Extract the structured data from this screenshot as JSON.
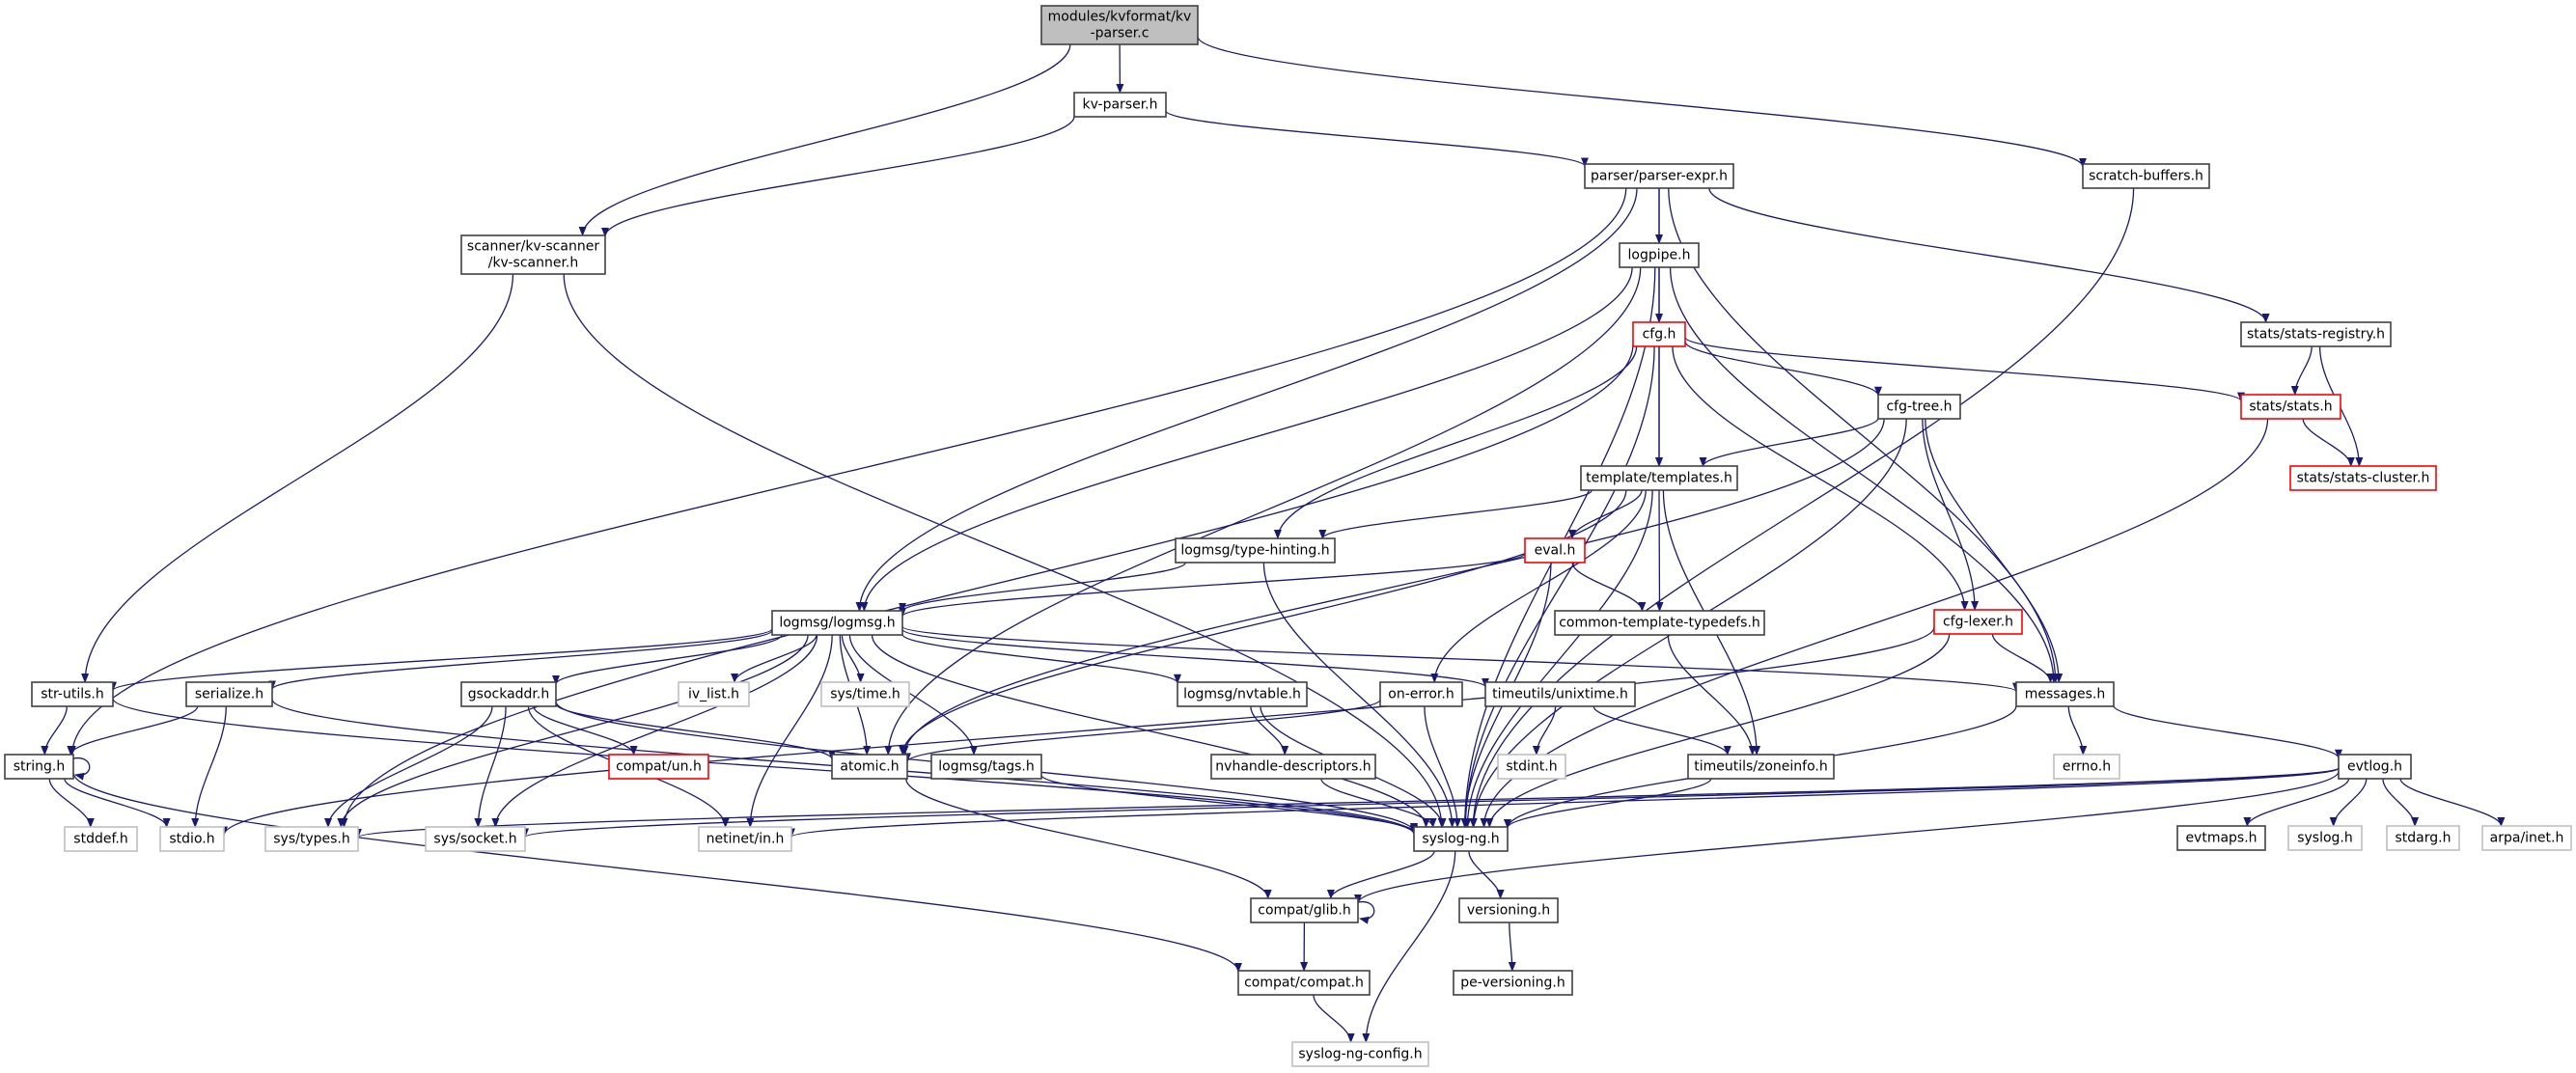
{
  "title": "Include dependency graph for modules/kvformat/kv-parser.c",
  "colors": {
    "edge": "#191970",
    "node_border": "#404040",
    "root_fill": "#bfbfbf",
    "truncated_border": "#ff0000",
    "external_border": "#bfbfbf"
  },
  "nodes": [
    {
      "id": "root",
      "label": [
        "modules/kvformat/kv",
        "-parser.c"
      ],
      "style": "root"
    },
    {
      "id": "kv_parser_h",
      "label": [
        "kv-parser.h"
      ],
      "style": "normal"
    },
    {
      "id": "scratch_buffers",
      "label": [
        "scratch-buffers.h"
      ],
      "style": "normal"
    },
    {
      "id": "parser_expr",
      "label": [
        "parser/parser-expr.h"
      ],
      "style": "normal"
    },
    {
      "id": "kv_scanner",
      "label": [
        "scanner/kv-scanner",
        "/kv-scanner.h"
      ],
      "style": "normal"
    },
    {
      "id": "logpipe",
      "label": [
        "logpipe.h"
      ],
      "style": "normal"
    },
    {
      "id": "cfg",
      "label": [
        "cfg.h"
      ],
      "style": "red"
    },
    {
      "id": "stats_registry",
      "label": [
        "stats/stats-registry.h"
      ],
      "style": "normal"
    },
    {
      "id": "cfg_tree",
      "label": [
        "cfg-tree.h"
      ],
      "style": "normal"
    },
    {
      "id": "stats",
      "label": [
        "stats/stats.h"
      ],
      "style": "red"
    },
    {
      "id": "templates",
      "label": [
        "template/templates.h"
      ],
      "style": "normal"
    },
    {
      "id": "stats_cluster",
      "label": [
        "stats/stats-cluster.h"
      ],
      "style": "red"
    },
    {
      "id": "type_hinting",
      "label": [
        "logmsg/type-hinting.h"
      ],
      "style": "normal"
    },
    {
      "id": "eval",
      "label": [
        "eval.h"
      ],
      "style": "red"
    },
    {
      "id": "logmsg",
      "label": [
        "logmsg/logmsg.h"
      ],
      "style": "normal"
    },
    {
      "id": "common_template_typedefs",
      "label": [
        "common-template-typedefs.h"
      ],
      "style": "normal"
    },
    {
      "id": "cfg_lexer",
      "label": [
        "cfg-lexer.h"
      ],
      "style": "red"
    },
    {
      "id": "str_utils",
      "label": [
        "str-utils.h"
      ],
      "style": "normal"
    },
    {
      "id": "serialize",
      "label": [
        "serialize.h"
      ],
      "style": "normal"
    },
    {
      "id": "gsockaddr",
      "label": [
        "gsockaddr.h"
      ],
      "style": "normal"
    },
    {
      "id": "iv_list",
      "label": [
        "iv_list.h"
      ],
      "style": "grey"
    },
    {
      "id": "sys_time",
      "label": [
        "sys/time.h"
      ],
      "style": "grey"
    },
    {
      "id": "nvtable",
      "label": [
        "logmsg/nvtable.h"
      ],
      "style": "normal"
    },
    {
      "id": "on_error",
      "label": [
        "on-error.h"
      ],
      "style": "normal"
    },
    {
      "id": "unixtime",
      "label": [
        "timeutils/unixtime.h"
      ],
      "style": "normal"
    },
    {
      "id": "messages",
      "label": [
        "messages.h"
      ],
      "style": "normal"
    },
    {
      "id": "string_h",
      "label": [
        "string.h"
      ],
      "style": "normal"
    },
    {
      "id": "compat_un",
      "label": [
        "compat/un.h"
      ],
      "style": "red"
    },
    {
      "id": "atomic",
      "label": [
        "atomic.h"
      ],
      "style": "normal"
    },
    {
      "id": "tags",
      "label": [
        "logmsg/tags.h"
      ],
      "style": "normal"
    },
    {
      "id": "nvhandle",
      "label": [
        "nvhandle-descriptors.h"
      ],
      "style": "normal"
    },
    {
      "id": "stdint",
      "label": [
        "stdint.h"
      ],
      "style": "grey"
    },
    {
      "id": "zoneinfo",
      "label": [
        "timeutils/zoneinfo.h"
      ],
      "style": "normal"
    },
    {
      "id": "errno",
      "label": [
        "errno.h"
      ],
      "style": "grey"
    },
    {
      "id": "evtlog",
      "label": [
        "evtlog.h"
      ],
      "style": "normal"
    },
    {
      "id": "stddef",
      "label": [
        "stddef.h"
      ],
      "style": "grey"
    },
    {
      "id": "stdio",
      "label": [
        "stdio.h"
      ],
      "style": "grey"
    },
    {
      "id": "sys_types",
      "label": [
        "sys/types.h"
      ],
      "style": "grey"
    },
    {
      "id": "sys_socket",
      "label": [
        "sys/socket.h"
      ],
      "style": "grey"
    },
    {
      "id": "netinet_in",
      "label": [
        "netinet/in.h"
      ],
      "style": "grey"
    },
    {
      "id": "syslog_ng",
      "label": [
        "syslog-ng.h"
      ],
      "style": "normal"
    },
    {
      "id": "evtmaps",
      "label": [
        "evtmaps.h"
      ],
      "style": "normal"
    },
    {
      "id": "syslog_h",
      "label": [
        "syslog.h"
      ],
      "style": "grey"
    },
    {
      "id": "stdarg",
      "label": [
        "stdarg.h"
      ],
      "style": "grey"
    },
    {
      "id": "arpa_inet",
      "label": [
        "arpa/inet.h"
      ],
      "style": "grey"
    },
    {
      "id": "compat_glib",
      "label": [
        "compat/glib.h"
      ],
      "style": "normal"
    },
    {
      "id": "versioning",
      "label": [
        "versioning.h"
      ],
      "style": "normal"
    },
    {
      "id": "compat_compat",
      "label": [
        "compat/compat.h"
      ],
      "style": "normal"
    },
    {
      "id": "pe_versioning",
      "label": [
        "pe-versioning.h"
      ],
      "style": "normal"
    },
    {
      "id": "syslog_ng_config",
      "label": [
        "syslog-ng-config.h"
      ],
      "style": "grey"
    }
  ],
  "edges": [
    [
      "root",
      "kv_parser_h"
    ],
    [
      "root",
      "kv_scanner"
    ],
    [
      "root",
      "scratch_buffers"
    ],
    [
      "kv_parser_h",
      "parser_expr"
    ],
    [
      "kv_parser_h",
      "kv_scanner"
    ],
    [
      "parser_expr",
      "logpipe"
    ],
    [
      "parser_expr",
      "templates"
    ],
    [
      "parser_expr",
      "logmsg"
    ],
    [
      "parser_expr",
      "messages"
    ],
    [
      "parser_expr",
      "stats_registry"
    ],
    [
      "parser_expr",
      "string_h"
    ],
    [
      "scratch_buffers",
      "syslog_ng"
    ],
    [
      "kv_scanner",
      "str_utils"
    ],
    [
      "kv_scanner",
      "syslog_ng"
    ],
    [
      "logpipe",
      "cfg"
    ],
    [
      "logpipe",
      "logmsg"
    ],
    [
      "logpipe",
      "messages"
    ],
    [
      "logpipe",
      "atomic"
    ],
    [
      "logpipe",
      "syslog_ng"
    ],
    [
      "cfg",
      "cfg_tree"
    ],
    [
      "cfg",
      "templates"
    ],
    [
      "cfg",
      "type_hinting"
    ],
    [
      "cfg",
      "cfg_lexer"
    ],
    [
      "cfg",
      "stats"
    ],
    [
      "cfg",
      "syslog_ng"
    ],
    [
      "cfg",
      "sys_types"
    ],
    [
      "stats_registry",
      "stats"
    ],
    [
      "stats_registry",
      "stats_cluster"
    ],
    [
      "stats",
      "stats_cluster"
    ],
    [
      "stats",
      "syslog_ng"
    ],
    [
      "cfg_tree",
      "templates"
    ],
    [
      "cfg_tree",
      "cfg_lexer"
    ],
    [
      "cfg_tree",
      "messages"
    ],
    [
      "cfg_tree",
      "syslog_ng"
    ],
    [
      "cfg_tree",
      "atomic"
    ],
    [
      "templates",
      "type_hinting"
    ],
    [
      "templates",
      "eval"
    ],
    [
      "templates",
      "common_template_typedefs"
    ],
    [
      "templates",
      "on_error"
    ],
    [
      "templates",
      "zoneinfo"
    ],
    [
      "templates",
      "atomic"
    ],
    [
      "templates",
      "syslog_ng"
    ],
    [
      "type_hinting",
      "logmsg"
    ],
    [
      "type_hinting",
      "syslog_ng"
    ],
    [
      "eval",
      "logmsg"
    ],
    [
      "eval",
      "common_template_typedefs"
    ],
    [
      "eval",
      "syslog_ng"
    ],
    [
      "common_template_typedefs",
      "zoneinfo"
    ],
    [
      "cfg_lexer",
      "messages"
    ],
    [
      "cfg_lexer",
      "syslog_ng"
    ],
    [
      "cfg_lexer",
      "stdio"
    ],
    [
      "logmsg",
      "str_utils"
    ],
    [
      "logmsg",
      "serialize"
    ],
    [
      "logmsg",
      "gsockaddr"
    ],
    [
      "logmsg",
      "iv_list"
    ],
    [
      "logmsg",
      "sys_time"
    ],
    [
      "logmsg",
      "nvtable"
    ],
    [
      "logmsg",
      "unixtime"
    ],
    [
      "logmsg",
      "messages"
    ],
    [
      "logmsg",
      "atomic"
    ],
    [
      "logmsg",
      "tags"
    ],
    [
      "logmsg",
      "syslog_ng"
    ],
    [
      "logmsg",
      "sys_types"
    ],
    [
      "logmsg",
      "sys_socket"
    ],
    [
      "logmsg",
      "netinet_in"
    ],
    [
      "str_utils",
      "string_h"
    ],
    [
      "str_utils",
      "syslog_ng"
    ],
    [
      "serialize",
      "string_h"
    ],
    [
      "serialize",
      "stdio"
    ],
    [
      "serialize",
      "syslog_ng"
    ],
    [
      "gsockaddr",
      "compat_un"
    ],
    [
      "gsockaddr",
      "atomic"
    ],
    [
      "gsockaddr",
      "sys_types"
    ],
    [
      "gsockaddr",
      "sys_socket"
    ],
    [
      "gsockaddr",
      "netinet_in"
    ],
    [
      "gsockaddr",
      "syslog_ng"
    ],
    [
      "nvtable",
      "nvhandle"
    ],
    [
      "nvtable",
      "syslog_ng"
    ],
    [
      "on_error",
      "atomic"
    ],
    [
      "on_error",
      "syslog_ng"
    ],
    [
      "unixtime",
      "stdint"
    ],
    [
      "unixtime",
      "zoneinfo"
    ],
    [
      "messages",
      "errno"
    ],
    [
      "messages",
      "evtlog"
    ],
    [
      "messages",
      "syslog_ng"
    ],
    [
      "string_h",
      "string_h"
    ],
    [
      "string_h",
      "stddef"
    ],
    [
      "string_h",
      "stdio"
    ],
    [
      "string_h",
      "compat_compat"
    ],
    [
      "atomic",
      "compat_glib"
    ],
    [
      "tags",
      "syslog_ng"
    ],
    [
      "nvhandle",
      "syslog_ng"
    ],
    [
      "zoneinfo",
      "syslog_ng"
    ],
    [
      "evtlog",
      "evtmaps"
    ],
    [
      "evtlog",
      "syslog_h"
    ],
    [
      "evtlog",
      "stdarg"
    ],
    [
      "evtlog",
      "arpa_inet"
    ],
    [
      "evtlog",
      "sys_types"
    ],
    [
      "evtlog",
      "sys_socket"
    ],
    [
      "evtlog",
      "netinet_in"
    ],
    [
      "evtlog",
      "compat_glib"
    ],
    [
      "syslog_ng",
      "compat_glib"
    ],
    [
      "syslog_ng",
      "versioning"
    ],
    [
      "syslog_ng",
      "syslog_ng_config"
    ],
    [
      "compat_glib",
      "compat_glib"
    ],
    [
      "compat_glib",
      "compat_compat"
    ],
    [
      "versioning",
      "pe_versioning"
    ],
    [
      "compat_compat",
      "syslog_ng_config"
    ]
  ]
}
